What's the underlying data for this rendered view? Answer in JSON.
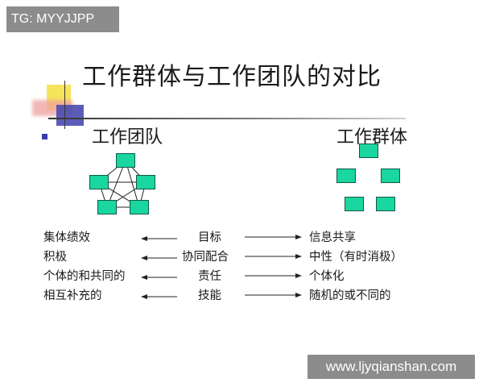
{
  "watermarks": {
    "top_left": "TG: MYYJJPP",
    "bottom_right": "www.ljyqianshan.com"
  },
  "slide": {
    "title": "工作群体与工作团队的对比",
    "team_heading": "工作团队",
    "group_heading": "工作群体"
  },
  "comparison": {
    "rows": [
      {
        "team": "集体绩效",
        "criterion": "目标",
        "group": "信息共享"
      },
      {
        "team": "积极",
        "criterion": "协同配合",
        "group": "中性（有时消极）"
      },
      {
        "team": "个体的和共同的",
        "criterion": "责任",
        "group": "个体化"
      },
      {
        "team": "相互补充的",
        "criterion": "技能",
        "group": "随机的或不同的"
      }
    ]
  },
  "colors": {
    "node_fill": "#1ad6a0",
    "node_border": "#105a48",
    "bullet": "#3c3cb4",
    "watermark_bg": "#8c8c8c"
  }
}
